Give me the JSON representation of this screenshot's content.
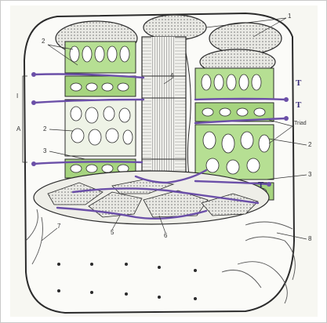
{
  "figure": {
    "labels": {
      "l1": "1",
      "l2a": "2",
      "l2b": "2",
      "l2c": "2",
      "l3a": "3",
      "l3b": "3",
      "l4": "4",
      "l5": "5",
      "l6": "6",
      "l7": "7",
      "l8": "8",
      "t1": "T",
      "t2": "T",
      "t3": "T",
      "triad": "Triad",
      "bracket_i": "I",
      "bracket_a": "A"
    },
    "colors": {
      "sarcoplasmic_reticulum": "#9fd07a",
      "t_tubule": "#6b4fa8",
      "outline": "#2b2b2b",
      "background": "#f7f7f2"
    }
  }
}
